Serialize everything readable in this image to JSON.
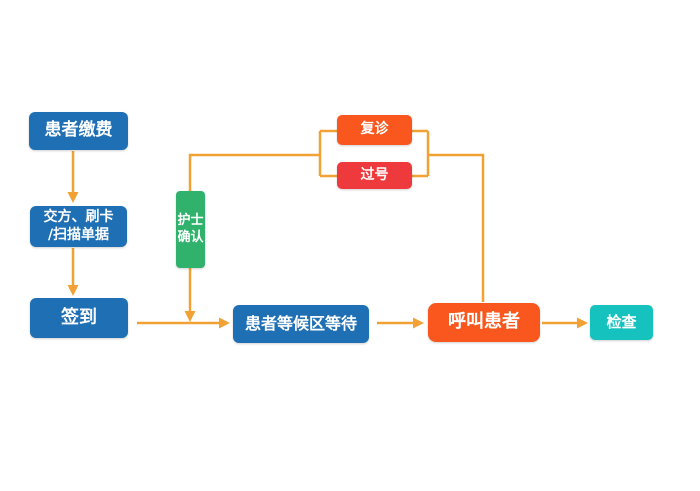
{
  "diagram": {
    "type": "flowchart",
    "language": "zh-CN",
    "background": "#FFFFFF",
    "nodes": {
      "patient_payment": {
        "label": "患者缴费",
        "color": "#1F6FB5"
      },
      "submit_prescription": {
        "line1": "交方、刷卡",
        "line2": "/扫描单据",
        "color": "#1F6FB5"
      },
      "check_in": {
        "label": "签到",
        "color": "#1F6FB5"
      },
      "nurse_confirm": {
        "label": "护士确认",
        "color": "#30B26C",
        "orientation": "vertical"
      },
      "follow_up": {
        "label": "复诊",
        "color": "#F9571E"
      },
      "missed_number": {
        "label": "过号",
        "color": "#EF3A3D"
      },
      "waiting_area": {
        "label": "患者等候区等待",
        "color": "#1F6FB5"
      },
      "call_patient": {
        "label": "呼叫患者",
        "color": "#F9571E"
      },
      "examination": {
        "label": "检查",
        "color": "#16C2BD"
      }
    },
    "edges": [
      {
        "from": "patient_payment",
        "to": "submit_prescription",
        "arrow": true
      },
      {
        "from": "submit_prescription",
        "to": "check_in",
        "arrow": true
      },
      {
        "from": "check_in",
        "to": "waiting_area",
        "arrow": true
      },
      {
        "from": "nurse_confirm",
        "to": "waiting_area",
        "arrow": true
      },
      {
        "from": "follow_up_missed_group",
        "to": "nurse_confirm",
        "arrow": false
      },
      {
        "from": "call_patient",
        "to": "follow_up_missed_group",
        "arrow": false
      },
      {
        "from": "waiting_area",
        "to": "call_patient",
        "arrow": true
      },
      {
        "from": "call_patient",
        "to": "examination",
        "arrow": true
      }
    ],
    "colors": {
      "connector": "#F2A235",
      "node_text": "#FFFFFF",
      "node_blue": "#1F6FB5",
      "node_green": "#30B26C",
      "node_orange": "#F9571E",
      "node_red": "#EF3A3D",
      "node_teal": "#16C2BD"
    }
  }
}
